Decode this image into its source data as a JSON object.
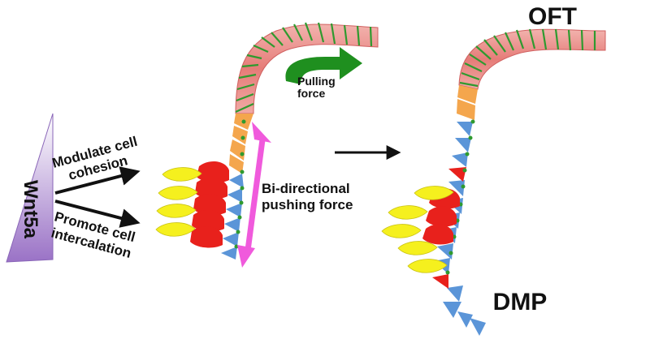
{
  "labels": {
    "wnt5a": "Wnt5a",
    "modulate_line1": "Modulate cell",
    "modulate_line2": "cohesion",
    "promote_line1": "Promote cell",
    "promote_line2": "intercalation",
    "pulling_line1": "Pulling",
    "pulling_line2": "force",
    "bidir_line1": "Bi-directional",
    "bidir_line2": "pushing force",
    "oft": "OFT",
    "dmp": "DMP"
  },
  "colors": {
    "wnt5a_fill_top": "#ffffff",
    "wnt5a_fill_bottom": "#9a72c6",
    "oft_segment": "#e67c78",
    "oft_segment_light": "#f2b3ae",
    "orange_segment": "#f4a64d",
    "blue_triangle": "#5b95d8",
    "red_cell": "#e8211c",
    "yellow_cell": "#f5f01e",
    "green_stripe": "#2f9a2f",
    "green_arrow": "#1f8f1f",
    "pink_arrow": "#f05adc"
  }
}
